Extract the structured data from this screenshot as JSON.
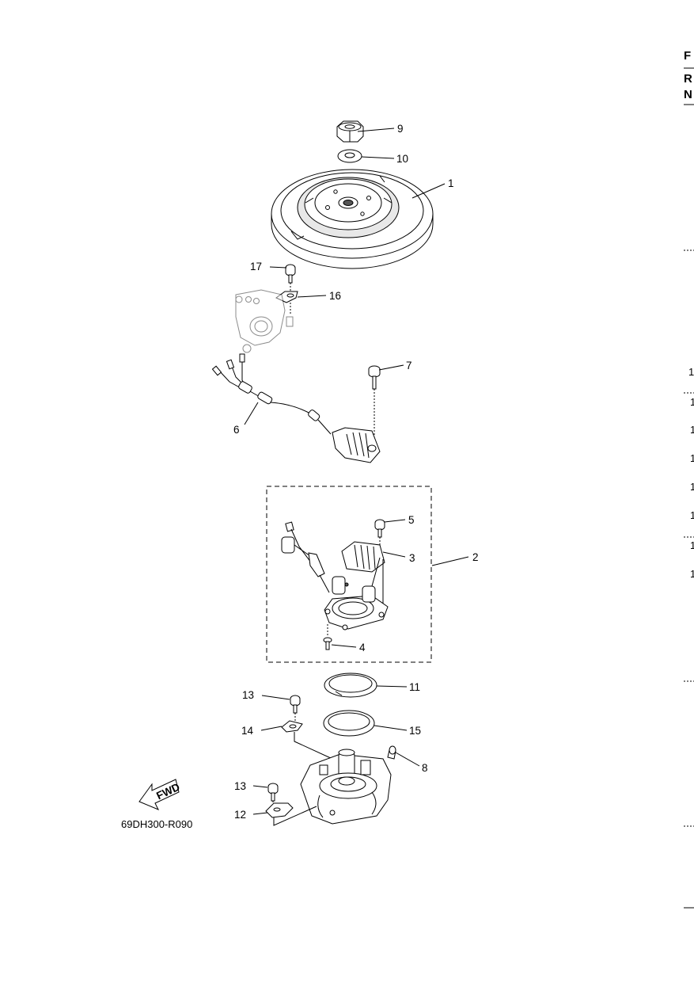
{
  "diagram": {
    "code": "69DH300-R090",
    "fwd_label": "FWD",
    "callouts": {
      "c1": "1",
      "c2": "2",
      "c3": "3",
      "c4": "4",
      "c5": "5",
      "c6": "6",
      "c7": "7",
      "c8": "8",
      "c9": "9",
      "c10": "10",
      "c11": "11",
      "c12": "12",
      "c13a": "13",
      "c13b": "13",
      "c14": "14",
      "c15": "15",
      "c16": "16",
      "c17": "17"
    }
  },
  "edge_text": {
    "top_letters": [
      "F",
      "R",
      "N"
    ],
    "column_digits": [
      "1",
      "1",
      "1",
      "1",
      "1",
      "1",
      "1",
      "1"
    ]
  }
}
